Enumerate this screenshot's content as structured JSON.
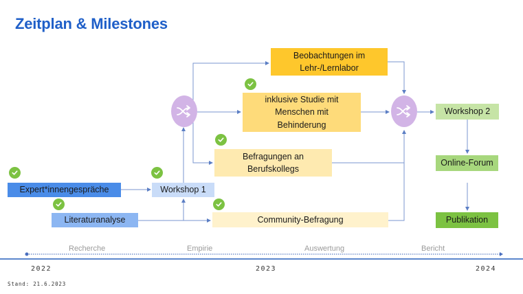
{
  "title": "Zeitplan & Milestones",
  "nodes": {
    "expert": {
      "label": "Expert*innengespräche",
      "color": "#4a8ce8",
      "done": true
    },
    "literatur": {
      "label": "Literaturanalyse",
      "color": "#8cb6f2",
      "done": true
    },
    "workshop1": {
      "label": "Workshop 1",
      "color": "#c9dcf8",
      "done": true
    },
    "beobachtungen": {
      "label_line1": "Beobachtungen im",
      "label_line2": "Lehr-/Lernlabor",
      "color": "#fec72c",
      "done": false
    },
    "inklusive": {
      "label_line1": "inklusive Studie mit",
      "label_line2": "Menschen mit",
      "label_line3": "Behinderung",
      "color": "#fedb7a",
      "done": true
    },
    "befragungen": {
      "label_line1": "Befragungen an",
      "label_line2": "Berufskollegs",
      "color": "#feeab0",
      "done": true
    },
    "community": {
      "label": "Community-Befragung",
      "color": "#fff2cc",
      "done": true
    },
    "workshop2": {
      "label": "Workshop 2",
      "color": "#c6e4a6",
      "done": false
    },
    "onlineforum": {
      "label": "Online-Forum",
      "color": "#a7d77d",
      "done": false
    },
    "publikation": {
      "label": "Publikation",
      "color": "#7cc242",
      "done": false
    }
  },
  "merge_color": "#d2b4e6",
  "check_color": "#7cc242",
  "connector_color": "#5b7ec4",
  "timeline": {
    "phases": [
      "Recherche",
      "Empirie",
      "Auswertung",
      "Bericht"
    ],
    "years": [
      "2022",
      "2023",
      "2024"
    ]
  },
  "stand": "Stand: 21.6.2023"
}
